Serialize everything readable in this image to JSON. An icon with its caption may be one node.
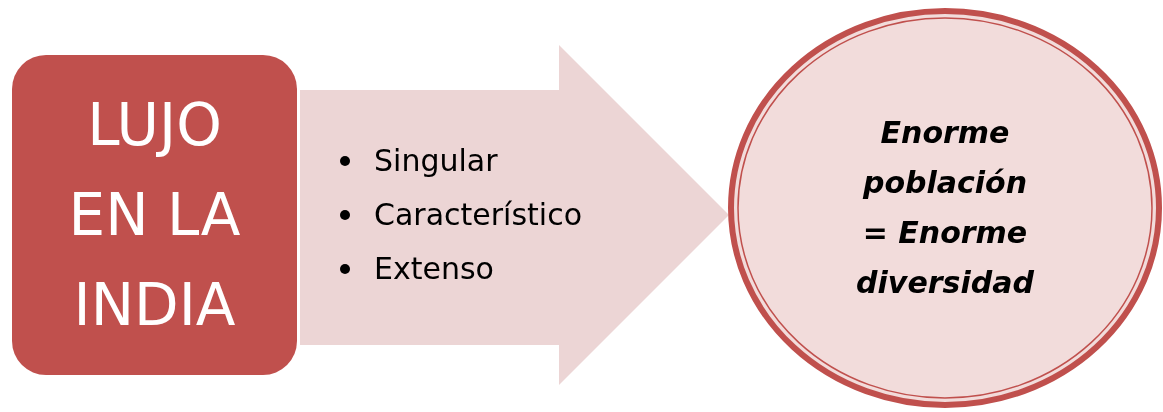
{
  "diagram": {
    "nodes": [
      {
        "text": [
          "LUJO EN LA INDIA"
        ]
      },
      {
        "text": [
          "Singular",
          "Característico",
          "Extenso"
        ]
      },
      {
        "text": [
          "Enorme población = Enorme diversidad"
        ]
      }
    ],
    "edges": [
      {
        "from": 0,
        "to": 2,
        "arrow": "to"
      }
    ]
  }
}
